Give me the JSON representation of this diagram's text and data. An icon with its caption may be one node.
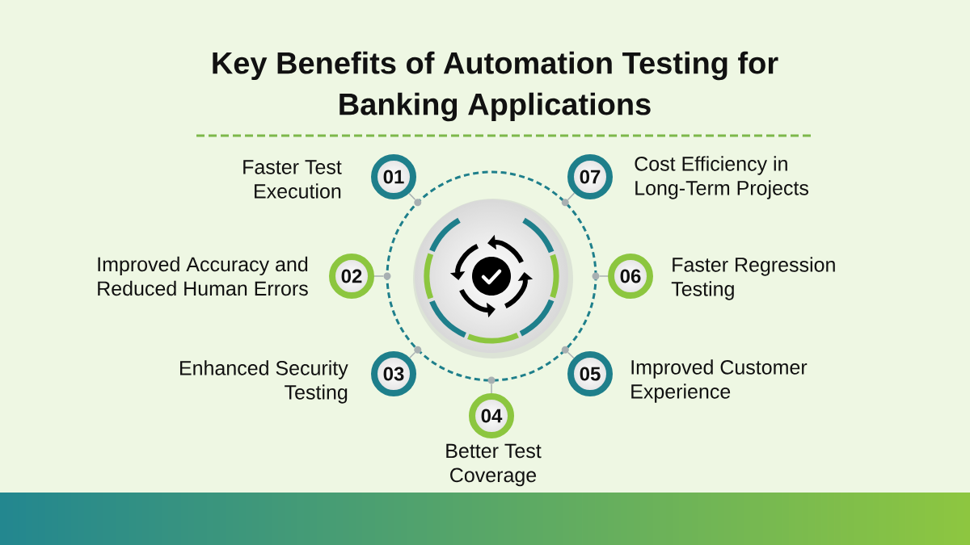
{
  "diagram": {
    "title": "Key Benefits of Automation Testing for Banking Applications",
    "nodes": [
      {
        "text": [],
        "shape": "circle"
      },
      {
        "text": [],
        "shape": "circle",
        "in": 0
      },
      {
        "text": [
          "01"
        ],
        "beside": [
          "Faster Test Execution"
        ]
      },
      {
        "text": [
          "02"
        ],
        "beside": [
          "Improved Accuracy and Reduced Human Errors"
        ]
      },
      {
        "text": [
          "03"
        ],
        "beside": [
          "Enhanced Security Testing"
        ]
      },
      {
        "text": [
          "04"
        ],
        "beside": [
          "Better Test Coverage"
        ]
      },
      {
        "text": [
          "05"
        ],
        "beside": [
          "Improved Customer Experience"
        ]
      },
      {
        "text": [
          "06"
        ],
        "beside": [
          "Faster Regression Testing"
        ]
      },
      {
        "text": [
          "07"
        ],
        "beside": [
          "Cost Efficiency in Long-Term Projects"
        ]
      },
      {
        "text": [],
        "shape": "circle"
      },
      {
        "text": [],
        "shape": "circle"
      },
      {
        "text": [],
        "shape": "circle"
      },
      {
        "text": [],
        "shape": "circle"
      },
      {
        "text": [],
        "shape": "circle"
      },
      {
        "text": [],
        "shape": "circle"
      },
      {
        "text": [],
        "shape": "circle"
      }
    ],
    "edges": [
      {
        "from": 2,
        "to": 9,
        "arrow": "none"
      },
      {
        "from": 3,
        "to": 10,
        "arrow": "none"
      },
      {
        "from": 4,
        "to": 11,
        "arrow": "none"
      },
      {
        "from": 5,
        "to": 12,
        "arrow": "none"
      },
      {
        "from": 6,
        "to": 13,
        "arrow": "none"
      },
      {
        "from": 7,
        "to": 14,
        "arrow": "none"
      },
      {
        "from": 8,
        "to": 15,
        "arrow": "none"
      }
    ]
  }
}
